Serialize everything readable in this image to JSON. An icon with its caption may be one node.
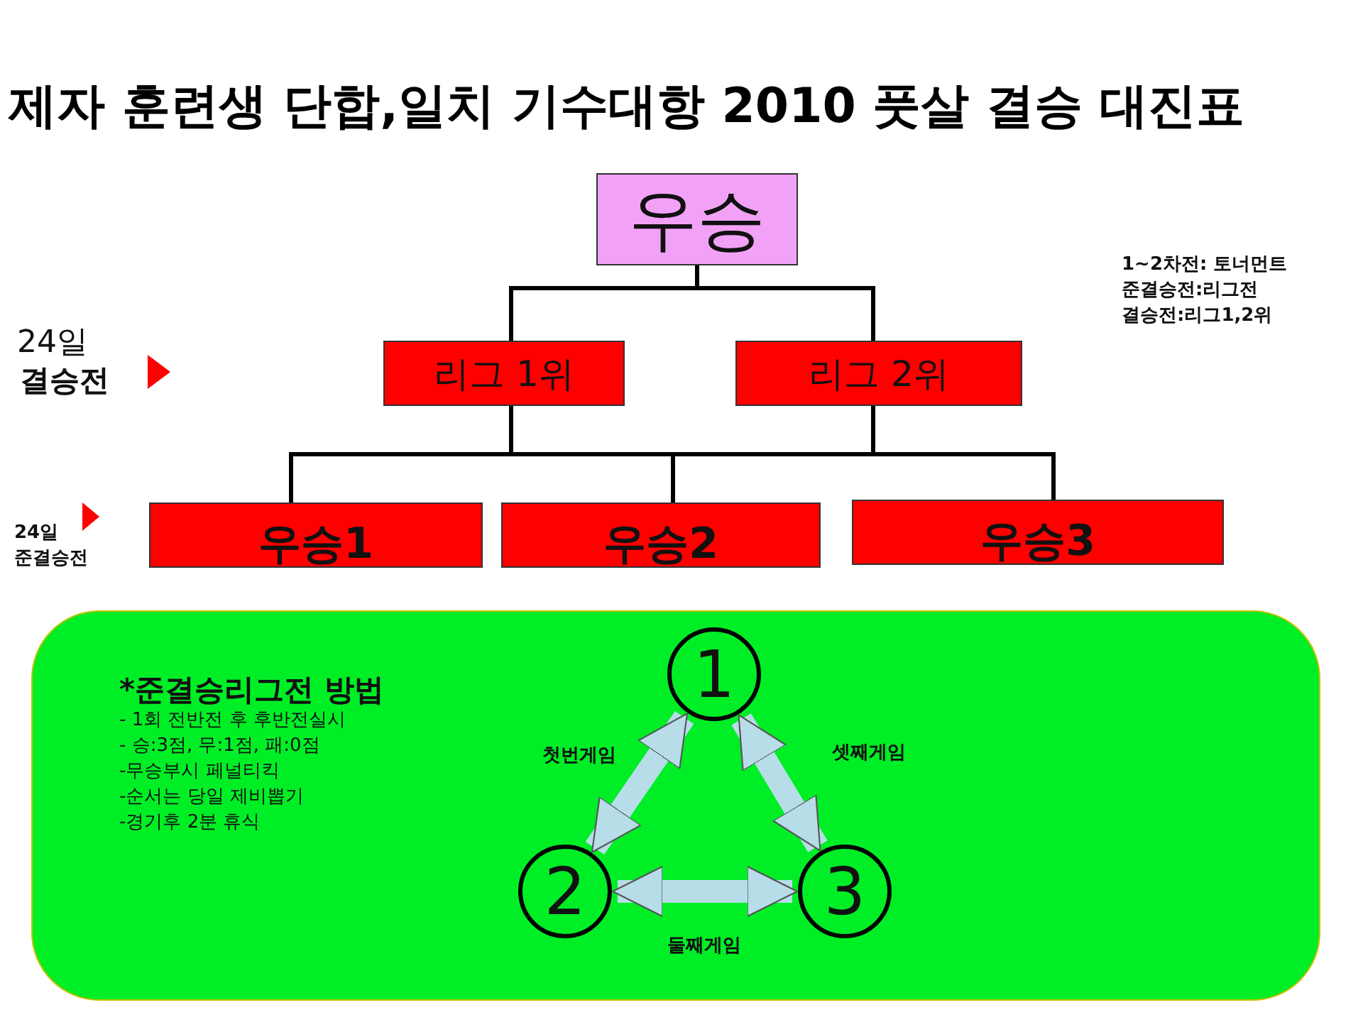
{
  "diagram": {
    "title": "제자 훈련생 단합,일치 기수대항 2010 풋살 결승 대진표",
    "nodes": [
      {
        "text": [
          "우승"
        ]
      },
      {
        "text": [
          "리그 1위"
        ]
      },
      {
        "text": [
          "리그 2위"
        ]
      },
      {
        "text": [
          "우승1"
        ]
      },
      {
        "text": [
          "우승2"
        ]
      },
      {
        "text": [
          "우승3"
        ]
      },
      {
        "text": [
          "*준결승리그전 방법",
          "- 1회 전반전 후 후반전실시",
          "- 승:3점, 무:1점, 패:0점",
          "-무승부시 페널티킥",
          "-순서는 당일 제비뽑기",
          "-경기후 2분 휴식"
        ]
      },
      {
        "text": [
          "1"
        ],
        "in": 6
      },
      {
        "text": [
          "2"
        ],
        "in": 6
      },
      {
        "text": [
          "3"
        ],
        "in": 6
      }
    ],
    "edges": [
      {
        "from": 0,
        "to": 1,
        "arrow": "none"
      },
      {
        "from": 0,
        "to": 2,
        "arrow": "none"
      },
      {
        "from": 1,
        "to": 3,
        "arrow": "none"
      },
      {
        "from": 1,
        "to": 4,
        "arrow": "none"
      },
      {
        "from": 1,
        "to": 5,
        "arrow": "none"
      },
      {
        "from": 2,
        "to": 3,
        "arrow": "none"
      },
      {
        "from": 2,
        "to": 4,
        "arrow": "none"
      },
      {
        "from": 2,
        "to": 5,
        "arrow": "none"
      },
      {
        "from": 7,
        "to": 8,
        "arrow": "both",
        "label": "첫번게임",
        "style": "thick",
        "color": "#b7dde8"
      },
      {
        "from": 8,
        "to": 9,
        "arrow": "both",
        "label": "둘째게임",
        "style": "thick",
        "color": "#b7dde8"
      },
      {
        "from": 7,
        "to": 9,
        "arrow": "both",
        "label": "셋째게임",
        "style": "thick",
        "color": "#b7dde8"
      }
    ],
    "labels": [
      "1~2차전: 토너먼트",
      "준결승전:리그전",
      "결승전:리그1,2위",
      "24일",
      "결승전",
      "24일",
      "준결승전"
    ]
  }
}
